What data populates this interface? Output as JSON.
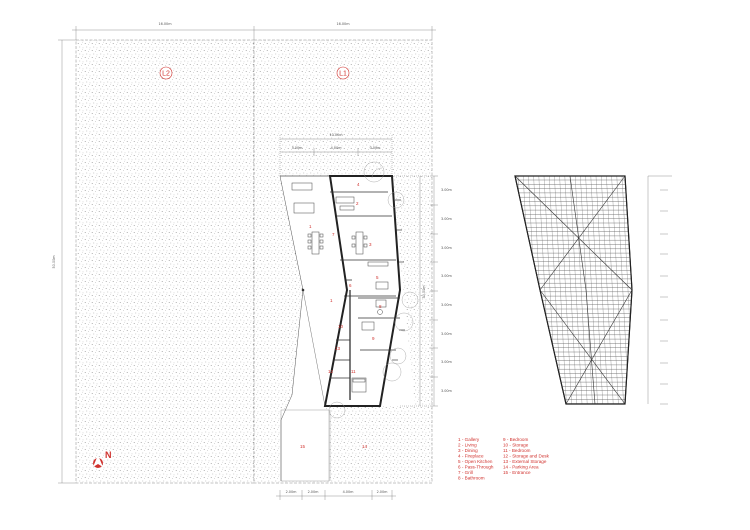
{
  "dimensions": {
    "lot_width_l2": "16.00m",
    "lot_width_l1": "16.00m",
    "lot_depth": "50.00m",
    "house_width_top": "10.00m",
    "top_segments": [
      "3.00m",
      "4.00m",
      "3.00m"
    ],
    "bottom_segments": [
      "2.00m",
      "2.00m",
      "4.00m",
      "2.00m"
    ],
    "right_segments": [
      "3.00m",
      "3.00m",
      "3.00m",
      "3.00m",
      "3.00m",
      "3.00m",
      "3.00m",
      "3.00m"
    ],
    "right_total": "30.00m"
  },
  "lots": [
    {
      "id": "l2",
      "label": "L2"
    },
    {
      "id": "l1",
      "label": "L1"
    }
  ],
  "rooms": [
    {
      "id": "r1a",
      "num": "1"
    },
    {
      "id": "r1b",
      "num": "1"
    },
    {
      "id": "r2",
      "num": "2"
    },
    {
      "id": "r3",
      "num": "3"
    },
    {
      "id": "r4",
      "num": "4"
    },
    {
      "id": "r5",
      "num": "5"
    },
    {
      "id": "r6",
      "num": "6"
    },
    {
      "id": "r7",
      "num": "7"
    },
    {
      "id": "r8",
      "num": "8"
    },
    {
      "id": "r9",
      "num": "9"
    },
    {
      "id": "r10",
      "num": "10"
    },
    {
      "id": "r11",
      "num": "11"
    },
    {
      "id": "r12",
      "num": "12"
    },
    {
      "id": "r13",
      "num": "13"
    },
    {
      "id": "r14",
      "num": "14"
    },
    {
      "id": "r15",
      "num": "15"
    }
  ],
  "legend_left": [
    "1 - Gallery",
    "2 - Living",
    "3 - Dining",
    "4 - Fireplace",
    "5 - Open Kitchen",
    "6 - Pass-Through",
    "7 - Grill",
    "8 - Bathroom"
  ],
  "legend_right": [
    "9 - Bedroom",
    "10 - Storage",
    "11 - Bedroom",
    "12 - Storage and Desk",
    "13 - External Storage",
    "14 - Parking Area",
    "15 - Entrance"
  ],
  "north_label": "N",
  "colors": {
    "accent": "#d0312d",
    "line": "#333333"
  }
}
